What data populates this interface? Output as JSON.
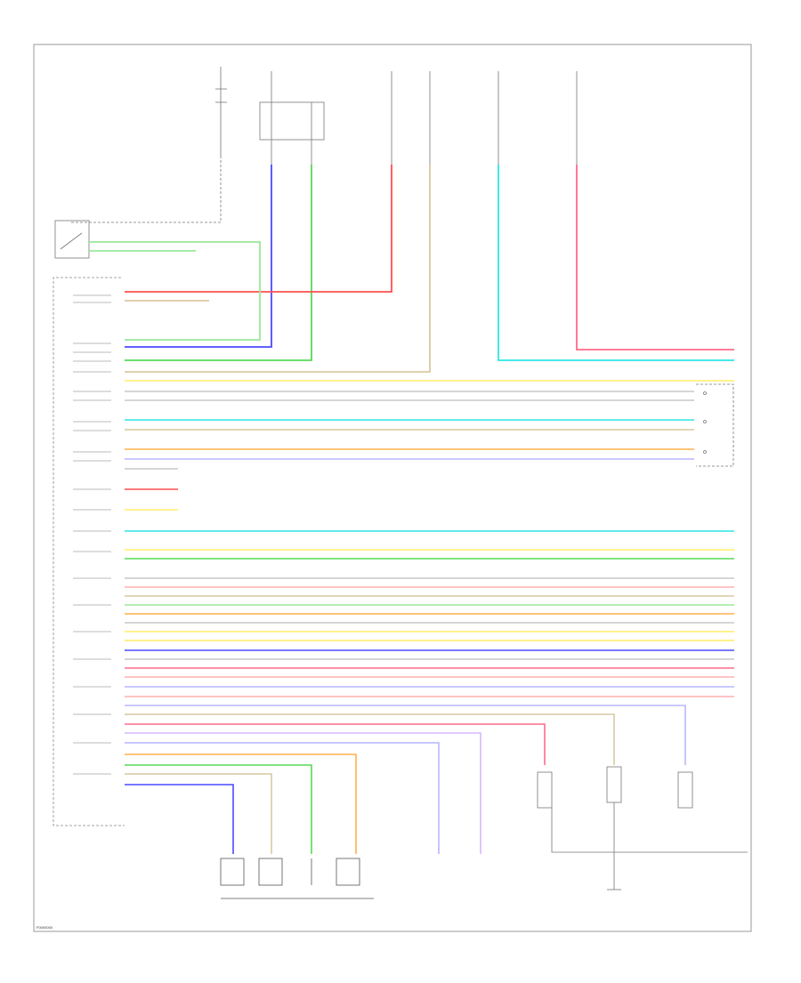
{
  "diagram": {
    "footer_code": "F0000000"
  },
  "colors": {
    "red": "#ff4f4f",
    "pink": "#ff6a8a",
    "blue": "#4a4aff",
    "green": "#57d957",
    "lightgreen": "#9ae89a",
    "cyan": "#2de6e6",
    "tan": "#d9c9a0",
    "yellow": "#ffee66",
    "gray": "#c8c8c8",
    "violet": "#b7b7ff",
    "orange": "#ffb04a",
    "lavender": "#d7b7ff",
    "salmon": "#ffb0b0"
  },
  "wires": [
    {
      "id": "w-top-blue",
      "color": "blue"
    },
    {
      "id": "w-top-green",
      "color": "green"
    },
    {
      "id": "w-top-red",
      "color": "red"
    },
    {
      "id": "w-top-tan",
      "color": "tan"
    },
    {
      "id": "w-top-cyan",
      "color": "cyan"
    },
    {
      "id": "w-top-pink",
      "color": "pink"
    }
  ]
}
